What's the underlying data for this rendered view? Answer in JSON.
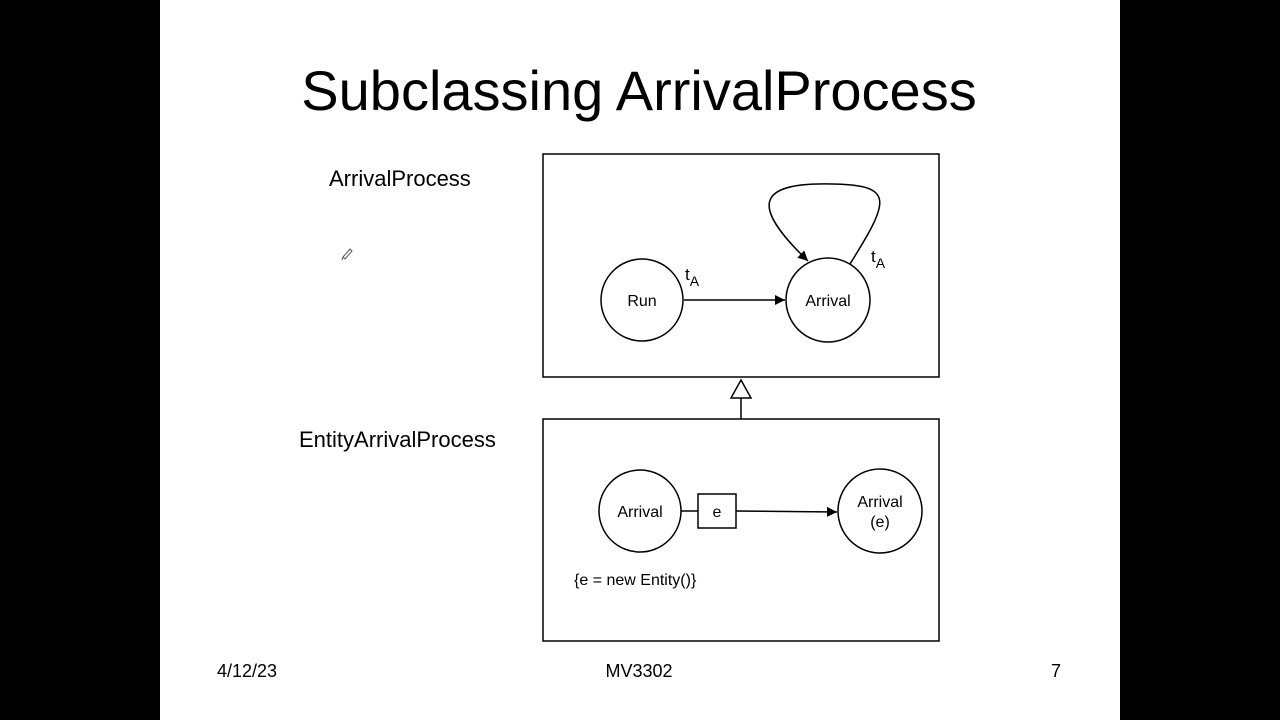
{
  "slide": {
    "title": "Subclassing ArrivalProcess",
    "footer_date": "4/12/23",
    "footer_course": "MV3302",
    "page_number": "7"
  },
  "diagram": {
    "top_class": {
      "label": "ArrivalProcess",
      "nodes": {
        "run": "Run",
        "arrival": "Arrival"
      },
      "edge_run_arrival_delay": {
        "main": "t",
        "sub": "A"
      },
      "edge_self_loop_delay": {
        "main": "t",
        "sub": "A"
      }
    },
    "bottom_class": {
      "label": "EntityArrivalProcess",
      "nodes": {
        "arrival": "Arrival",
        "arrival_e_line1": "Arrival",
        "arrival_e_line2": "(e)"
      },
      "edge_parameter": "e",
      "state_transition": "{e = new Entity()}"
    }
  },
  "colors": {
    "background": "#ffffff",
    "frame": "#000000",
    "stroke": "#000000"
  }
}
